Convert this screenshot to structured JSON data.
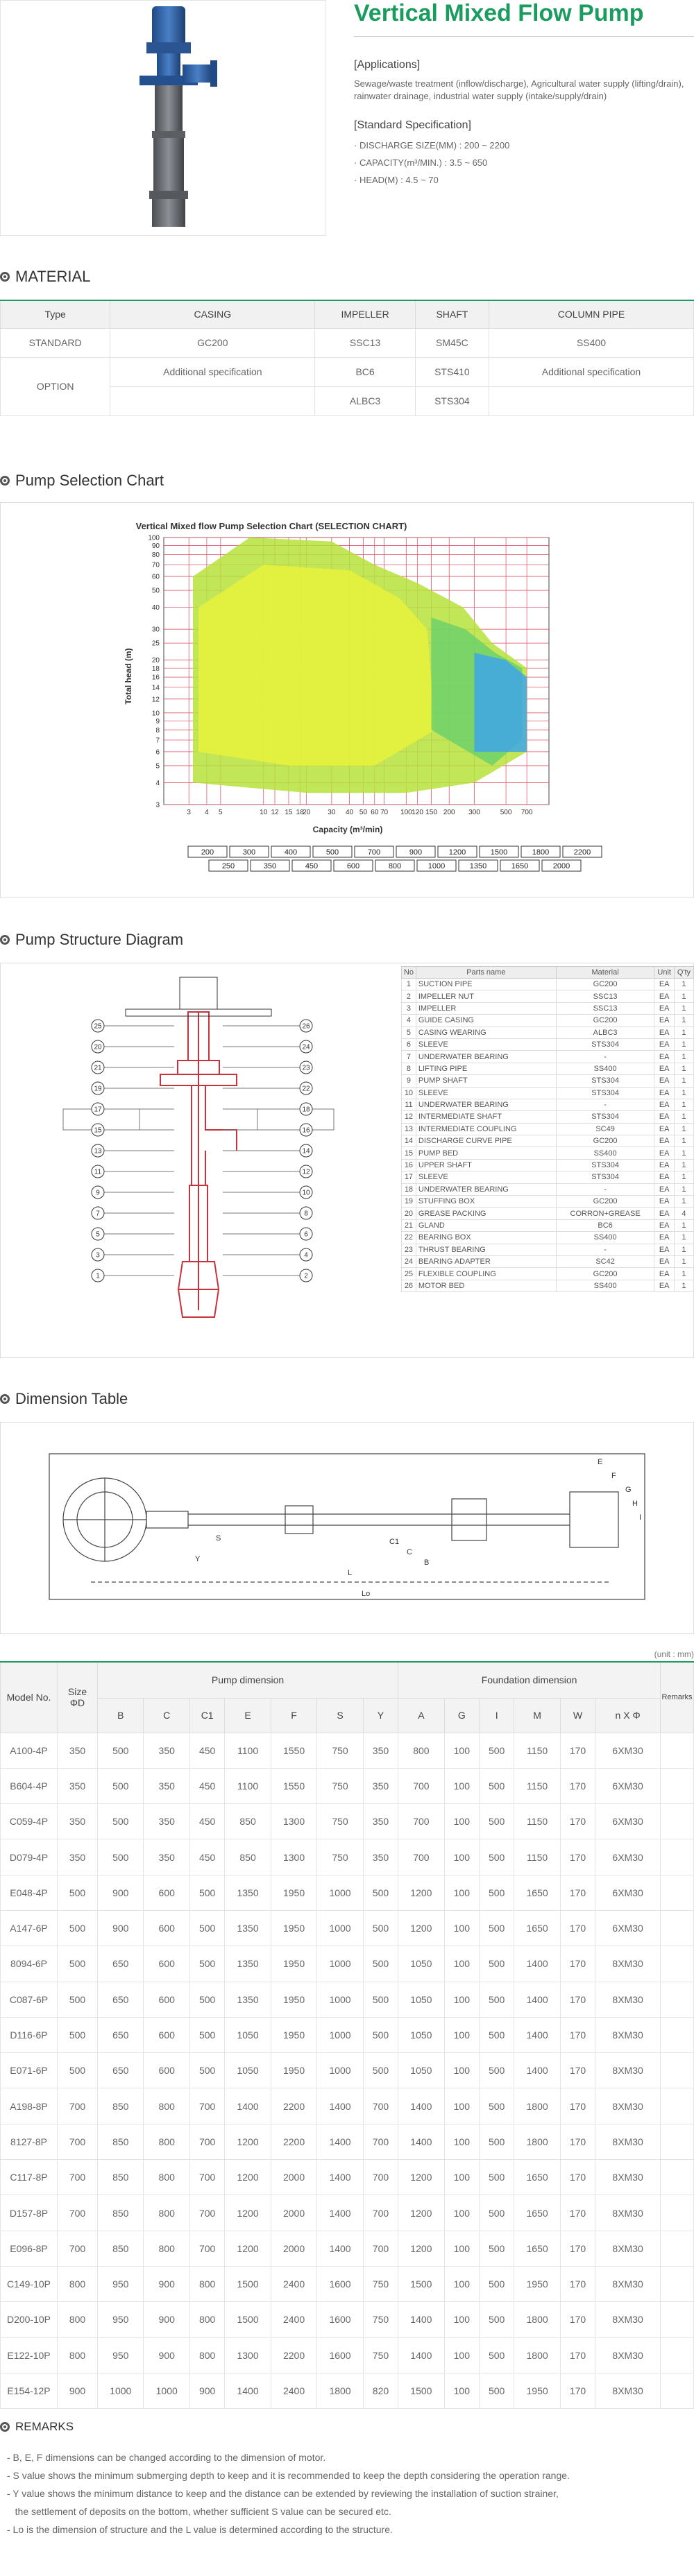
{
  "header": {
    "title": "Vertical Mixed Flow Pump",
    "applications_title": "[Applications]",
    "applications_text": "Sewage/waste treatment (inflow/discharge), Agricultural water supply (lifting/drain), rainwater drainage, industrial water supply (intake/supply/drain)",
    "spec_title": "[Standard Specification]",
    "specs": [
      "· DISCHARGE SIZE(MM) : 200 ~ 2200",
      "· CAPACITY(m³/MIN.) : 3.5 ~ 650",
      "· HEAD(M) : 4.5 ~ 70"
    ]
  },
  "sections": {
    "material": "MATERIAL",
    "selection": "Pump Selection Chart",
    "structure": "Pump Structure Diagram",
    "dimension": "Dimension Table",
    "remarks": "REMARKS"
  },
  "material": {
    "headers": [
      "Type",
      "CASING",
      "IMPELLER",
      "SHAFT",
      "COLUMN PIPE"
    ],
    "standard": [
      "STANDARD",
      "GC200",
      "SSC13",
      "SM45C",
      "SS400"
    ],
    "option_label": "OPTION",
    "option_rows": [
      [
        "Additional specification",
        "BC6",
        "STS410",
        "Additional specification"
      ],
      [
        "",
        "ALBC3",
        "STS304",
        ""
      ]
    ]
  },
  "chart_data": {
    "type": "scatter",
    "title": "Vertical Mixed flow Pump Selection Chart (SELECTION CHART)",
    "xlabel": "Capacity (m³/min)",
    "ylabel": "Total head (m)",
    "xscale": "log",
    "yscale": "log",
    "xlim": [
      2,
      1000
    ],
    "ylim": [
      3,
      100
    ],
    "x_ticks": [
      "3",
      "4",
      "5",
      "10",
      "12",
      "15",
      "18",
      "20",
      "30",
      "40",
      "50",
      "60",
      "70",
      "100",
      "120",
      "150",
      "200",
      "300",
      "500",
      "700"
    ],
    "y_ticks": [
      "3",
      "4",
      "5",
      "6",
      "7",
      "8",
      "9",
      "10",
      "12",
      "14",
      "16",
      "18",
      "20",
      "25",
      "30",
      "40",
      "50",
      "60",
      "70",
      "80",
      "90",
      "100"
    ],
    "size_boxes_top": [
      "200",
      "300",
      "400",
      "500",
      "700",
      "900",
      "1200",
      "1500",
      "1800",
      "2200"
    ],
    "size_boxes_bottom": [
      "250",
      "350",
      "450",
      "600",
      "800",
      "1000",
      "1350",
      "1650",
      "2000"
    ],
    "grid": true
  },
  "parts": {
    "headers": [
      "No",
      "Parts name",
      "Material",
      "Unit",
      "Q'ty"
    ],
    "rows": [
      [
        "1",
        "SUCTION PIPE",
        "GC200",
        "EA",
        "1"
      ],
      [
        "2",
        "IMPELLER NUT",
        "SSC13",
        "EA",
        "1"
      ],
      [
        "3",
        "IMPELLER",
        "SSC13",
        "EA",
        "1"
      ],
      [
        "4",
        "GUIDE CASING",
        "GC200",
        "EA",
        "1"
      ],
      [
        "5",
        "CASING WEARING",
        "ALBC3",
        "EA",
        "1"
      ],
      [
        "6",
        "SLEEVE",
        "STS304",
        "EA",
        "1"
      ],
      [
        "7",
        "UNDERWATER BEARING",
        "-",
        "EA",
        "1"
      ],
      [
        "8",
        "LIFTING PIPE",
        "SS400",
        "EA",
        "1"
      ],
      [
        "9",
        "PUMP SHAFT",
        "STS304",
        "EA",
        "1"
      ],
      [
        "10",
        "SLEEVE",
        "STS304",
        "EA",
        "1"
      ],
      [
        "11",
        "UNDERWATER BEARING",
        "-",
        "EA",
        "1"
      ],
      [
        "12",
        "INTERMEDIATE SHAFT",
        "STS304",
        "EA",
        "1"
      ],
      [
        "13",
        "INTERMEDIATE COUPLING",
        "SC49",
        "EA",
        "1"
      ],
      [
        "14",
        "DISCHARGE CURVE PIPE",
        "GC200",
        "EA",
        "1"
      ],
      [
        "15",
        "PUMP BED",
        "SS400",
        "EA",
        "1"
      ],
      [
        "16",
        "UPPER SHAFT",
        "STS304",
        "EA",
        "1"
      ],
      [
        "17",
        "SLEEVE",
        "STS304",
        "EA",
        "1"
      ],
      [
        "18",
        "UNDERWATER BEARING",
        "-",
        "EA",
        "1"
      ],
      [
        "19",
        "STUFFING BOX",
        "GC200",
        "EA",
        "1"
      ],
      [
        "20",
        "GREASE PACKING",
        "CORRON+GREASE",
        "EA",
        "4"
      ],
      [
        "21",
        "GLAND",
        "BC6",
        "EA",
        "1"
      ],
      [
        "22",
        "BEARING BOX",
        "SS400",
        "EA",
        "1"
      ],
      [
        "23",
        "THRUST BEARING",
        "-",
        "EA",
        "1"
      ],
      [
        "24",
        "BEARING ADAPTER",
        "SC42",
        "EA",
        "1"
      ],
      [
        "25",
        "FLEXIBLE COUPLING",
        "GC200",
        "EA",
        "1"
      ],
      [
        "26",
        "MOTOR BED",
        "SS400",
        "EA",
        "1"
      ]
    ]
  },
  "diagram_labels": {
    "left": [
      "25",
      "20",
      "21",
      "19",
      "17",
      "15",
      "13",
      "11",
      "9",
      "7",
      "5",
      "3",
      "1"
    ],
    "right": [
      "26",
      "24",
      "23",
      "22",
      "18",
      "16",
      "14",
      "12",
      "10",
      "8",
      "6",
      "4",
      "2"
    ]
  },
  "dimension_drawing_labels": [
    "S",
    "Y",
    "C1",
    "C",
    "B",
    "L",
    "Lo",
    "E",
    "F",
    "G",
    "H",
    "I"
  ],
  "dimension": {
    "unit": "(unit : mm)",
    "model_header": "Model No.",
    "size_header": "Size\nΦD",
    "pump_group": "Pump dimension",
    "foundation_group": "Foundation dimension",
    "remarks_header": "Remarks",
    "cols": [
      "B",
      "C",
      "C1",
      "E",
      "F",
      "S",
      "Y",
      "A",
      "G",
      "I",
      "M",
      "W",
      "n X Φ"
    ],
    "rows": [
      [
        "A100-4P",
        "350",
        "500",
        "350",
        "450",
        "1100",
        "1550",
        "750",
        "350",
        "800",
        "100",
        "500",
        "1150",
        "170",
        "6XM30"
      ],
      [
        "B604-4P",
        "350",
        "500",
        "350",
        "450",
        "1100",
        "1550",
        "750",
        "350",
        "700",
        "100",
        "500",
        "1150",
        "170",
        "6XM30"
      ],
      [
        "C059-4P",
        "350",
        "500",
        "350",
        "450",
        "850",
        "1300",
        "750",
        "350",
        "700",
        "100",
        "500",
        "1150",
        "170",
        "6XM30"
      ],
      [
        "D079-4P",
        "350",
        "500",
        "350",
        "450",
        "850",
        "1300",
        "750",
        "350",
        "700",
        "100",
        "500",
        "1150",
        "170",
        "6XM30"
      ],
      [
        "E048-4P",
        "500",
        "900",
        "600",
        "500",
        "1350",
        "1950",
        "1000",
        "500",
        "1200",
        "100",
        "500",
        "1650",
        "170",
        "6XM30"
      ],
      [
        "A147-6P",
        "500",
        "900",
        "600",
        "500",
        "1350",
        "1950",
        "1000",
        "500",
        "1200",
        "100",
        "500",
        "1650",
        "170",
        "6XM30"
      ],
      [
        "8094-6P",
        "500",
        "650",
        "600",
        "500",
        "1350",
        "1950",
        "1000",
        "500",
        "1050",
        "100",
        "500",
        "1400",
        "170",
        "8XM30"
      ],
      [
        "C087-6P",
        "500",
        "650",
        "600",
        "500",
        "1350",
        "1950",
        "1000",
        "500",
        "1050",
        "100",
        "500",
        "1400",
        "170",
        "8XM30"
      ],
      [
        "D116-6P",
        "500",
        "650",
        "600",
        "500",
        "1050",
        "1950",
        "1000",
        "500",
        "1050",
        "100",
        "500",
        "1400",
        "170",
        "8XM30"
      ],
      [
        "E071-6P",
        "500",
        "650",
        "600",
        "500",
        "1050",
        "1950",
        "1000",
        "500",
        "1050",
        "100",
        "500",
        "1400",
        "170",
        "8XM30"
      ],
      [
        "A198-8P",
        "700",
        "850",
        "800",
        "700",
        "1400",
        "2200",
        "1400",
        "700",
        "1400",
        "100",
        "500",
        "1800",
        "170",
        "8XM30"
      ],
      [
        "8127-8P",
        "700",
        "850",
        "800",
        "700",
        "1200",
        "2200",
        "1400",
        "700",
        "1400",
        "100",
        "500",
        "1800",
        "170",
        "8XM30"
      ],
      [
        "C117-8P",
        "700",
        "850",
        "800",
        "700",
        "1200",
        "2000",
        "1400",
        "700",
        "1200",
        "100",
        "500",
        "1650",
        "170",
        "8XM30"
      ],
      [
        "D157-8P",
        "700",
        "850",
        "800",
        "700",
        "1200",
        "2000",
        "1400",
        "700",
        "1200",
        "100",
        "500",
        "1650",
        "170",
        "8XM30"
      ],
      [
        "E096-8P",
        "700",
        "850",
        "800",
        "700",
        "1200",
        "2000",
        "1400",
        "700",
        "1200",
        "100",
        "500",
        "1650",
        "170",
        "8XM30"
      ],
      [
        "C149-10P",
        "800",
        "950",
        "900",
        "800",
        "1500",
        "2400",
        "1600",
        "750",
        "1500",
        "100",
        "500",
        "1950",
        "170",
        "8XM30"
      ],
      [
        "D200-10P",
        "800",
        "950",
        "900",
        "800",
        "1500",
        "2400",
        "1600",
        "750",
        "1400",
        "100",
        "500",
        "1800",
        "170",
        "8XM30"
      ],
      [
        "E122-10P",
        "800",
        "950",
        "900",
        "800",
        "1300",
        "2200",
        "1600",
        "750",
        "1400",
        "100",
        "500",
        "1800",
        "170",
        "8XM30"
      ],
      [
        "E154-12P",
        "900",
        "1000",
        "1000",
        "900",
        "1400",
        "2400",
        "1800",
        "820",
        "1500",
        "100",
        "500",
        "1950",
        "170",
        "8XM30"
      ]
    ]
  },
  "remarks": [
    "- B, E, F dimensions can be changed according to the dimension of motor.",
    "- S value shows the minimum submerging depth to keep and it is recommended to keep the depth considering the operation range.",
    "- Y value shows the minimum distance to keep and the distance can be extended by reviewing the installation of suction strainer,",
    "   the settlement of deposits on the bottom, whether sufficient S value can be secured etc.",
    "- Lo is the dimension of structure and the L value is determined according to the structure."
  ],
  "colors": {
    "accent": "#1a9c5e",
    "pump_blue": "#2d5d9a",
    "column_gray": "#6e7277"
  }
}
